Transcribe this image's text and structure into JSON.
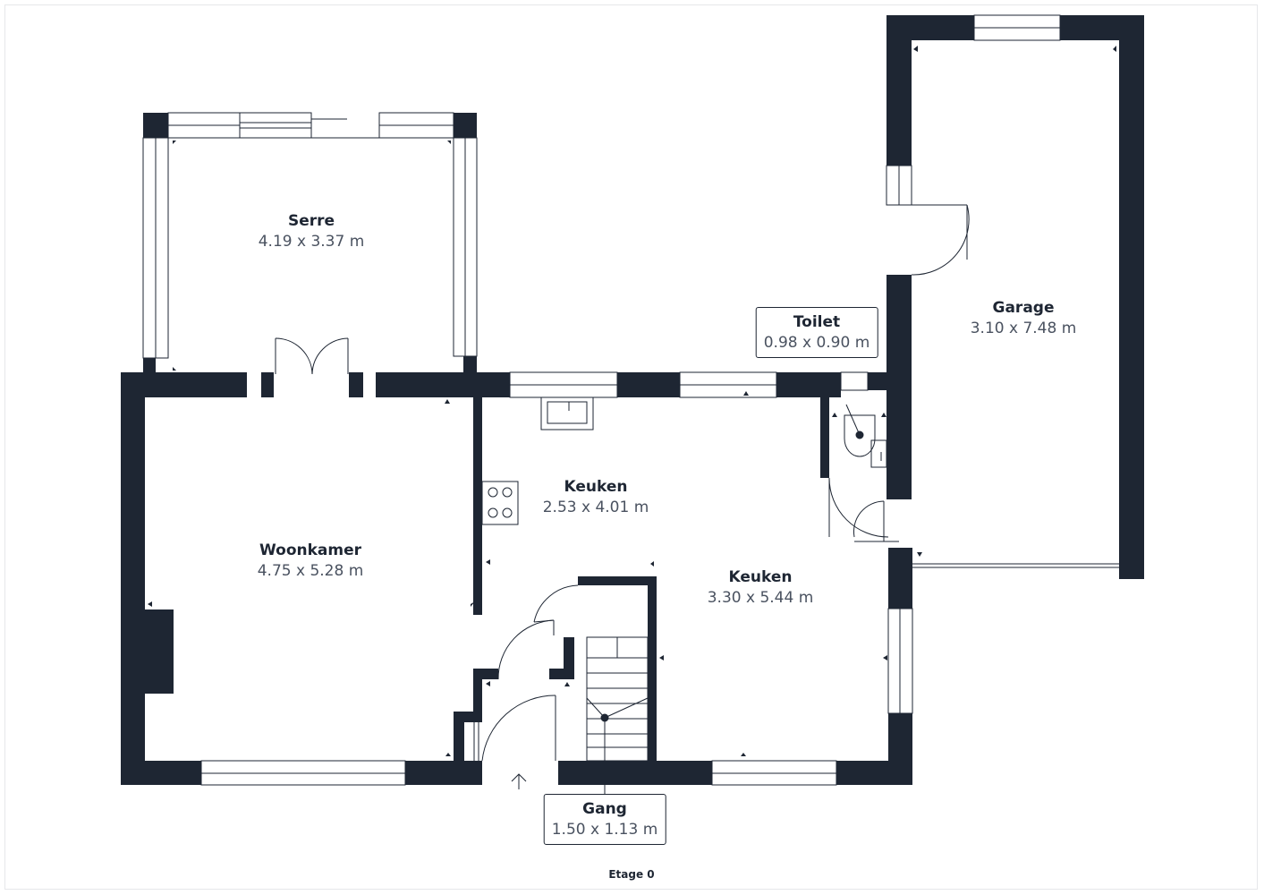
{
  "colors": {
    "wall": "#1e2633",
    "line": "#1e2633",
    "background": "#ffffff",
    "dimText": "#4a5260"
  },
  "rooms": {
    "serre": {
      "name": "Serre",
      "size": "4.19 x 3.37 m"
    },
    "woonkamer": {
      "name": "Woonkamer",
      "size": "4.75 x 5.28 m"
    },
    "keuken1": {
      "name": "Keuken",
      "size": "2.53 x 4.01 m"
    },
    "keuken2": {
      "name": "Keuken",
      "size": "3.30 x 5.44 m"
    },
    "toilet": {
      "name": "Toilet",
      "size": "0.98 x 0.90 m"
    },
    "garage": {
      "name": "Garage",
      "size": "3.10 x 7.48 m"
    },
    "gang": {
      "name": "Gang",
      "size": "1.50 x 1.13 m"
    }
  },
  "floor_label": "Etage 0",
  "icons": [
    "entrance-arrow-icon",
    "stove-icon",
    "sink-icon",
    "toilet-icon",
    "stairs-icon"
  ]
}
